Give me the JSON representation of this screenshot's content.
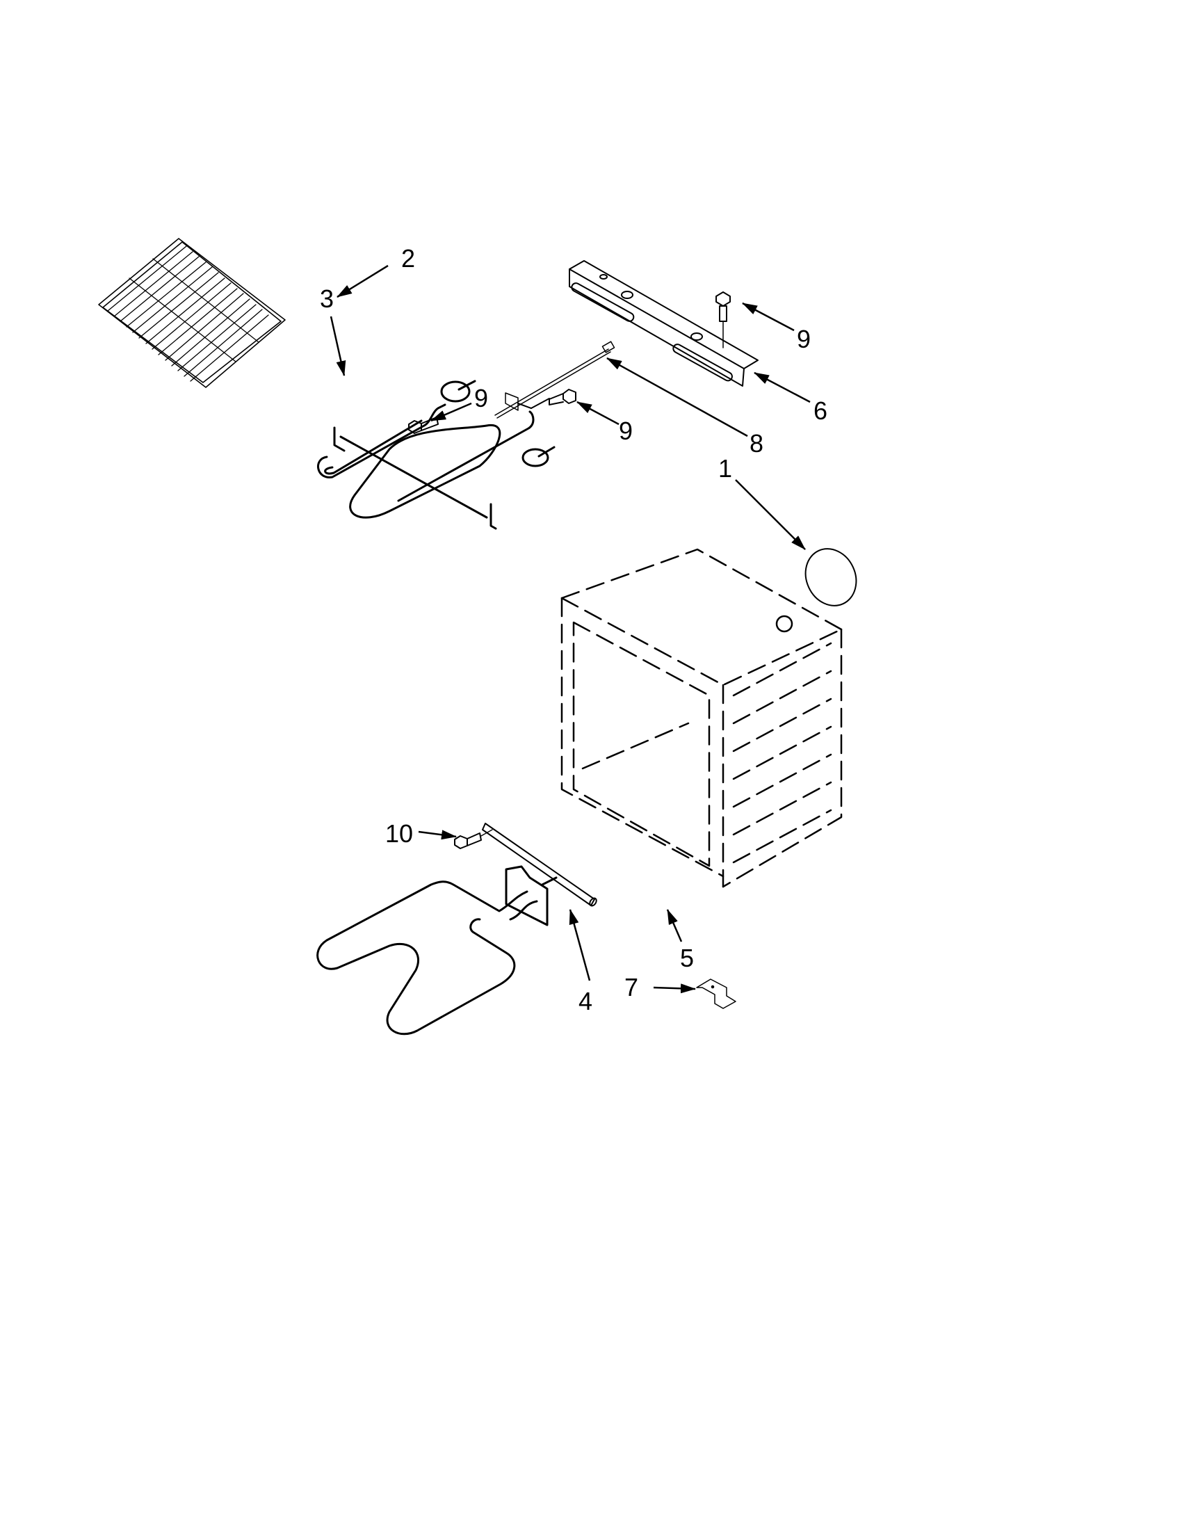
{
  "diagram": {
    "type": "exploded-parts-diagram",
    "background": "#ffffff",
    "ink": "#000000",
    "parts": [
      {
        "id": "1",
        "label": "1",
        "name": "gasket"
      },
      {
        "id": "2",
        "label": "2",
        "name": "oven-rack"
      },
      {
        "id": "3",
        "label": "3",
        "name": "broil-element"
      },
      {
        "id": "4",
        "label": "4",
        "name": "bake-element"
      },
      {
        "id": "5",
        "label": "5",
        "name": "insulation-tube"
      },
      {
        "id": "6",
        "label": "6",
        "name": "mounting-bracket"
      },
      {
        "id": "7",
        "label": "7",
        "name": "clip"
      },
      {
        "id": "8",
        "label": "8",
        "name": "temperature-sensor"
      },
      {
        "id": "9",
        "label": "9",
        "name": "screw"
      },
      {
        "id": "10",
        "label": "10",
        "name": "screw"
      }
    ],
    "callouts": {
      "c1": "1",
      "c2": "2",
      "c3": "3",
      "c4": "4",
      "c5": "5",
      "c6": "6",
      "c7": "7",
      "c8": "8",
      "c9a": "9",
      "c9b": "9",
      "c9c": "9",
      "c10": "10"
    }
  }
}
